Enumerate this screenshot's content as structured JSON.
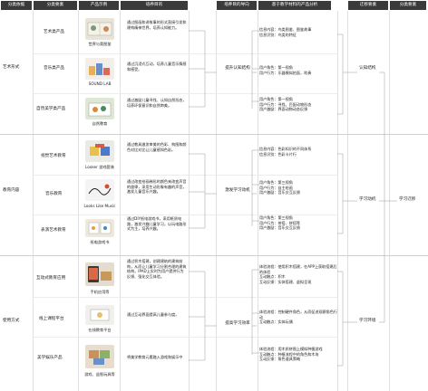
{
  "headers": {
    "h1": "分类依据",
    "h2": "分类要素",
    "h3": "产品示例",
    "h4": "培养目的",
    "h5": "培养目的导向",
    "h6": "基于教学材料的产品分析",
    "h7": "迁移要素",
    "h8": "分类要素"
  },
  "basis": [
    "艺术形式",
    "教育内容",
    "使用方式"
  ],
  "elements": [
    "艺术类产品",
    "音乐类产品",
    "自然美学类产品",
    "视觉艺术教育",
    "音乐教育",
    "表演艺术教育",
    "互动式教育应用",
    "线上课程平台",
    "美学娱乐产品"
  ],
  "products": [
    {
      "caption": "世界与奥图鉴"
    },
    {
      "caption": "SOUND LAB"
    },
    {
      "caption": "自然教育"
    },
    {
      "caption": "Looker 游戏套装"
    },
    {
      "caption": "Looks Like Music"
    },
    {
      "caption": "纸电游戏书"
    },
    {
      "caption": "手机应用等"
    },
    {
      "caption": "在线教育平台"
    },
    {
      "caption": "游戏、益智玩具等"
    }
  ],
  "goals": [
    "通过图画和讲故事的形式直接引发和建构精神世界，培养认知能力。",
    "通过沉浸式互动，培养儿童音乐情感和感受。",
    "通过激励儿童寻找、认知自然形态，培养环保意识和自然审美。",
    "通过教具激发审美的色彩、构图和颜色对比对比让儿童感知色彩。",
    "通过改变给画梯形的颜色来改变声音的旋律，采用生动形象有趣的声音，激发儿童音乐兴趣。",
    "通过DIY纸电游戏书，采用纸质电路，激发兴趣儿童学习，以玩电路形式为主，培养兴趣。",
    "通过积木搭建，创建建筑的建筑结构，从而让儿童学习分割合理的建筑结构，IPAD上实时为用户提供行为反馈、强化交互体验。",
    "通过互动界面提高儿童参与度。",
    "将美学教育元素融入游戏和娱乐中"
  ],
  "orientations": [
    "提升认知结构",
    "激发学习动机",
    "提高学习效率"
  ],
  "analysis": [
    [
      "信息内容：鸟类图鉴、图鉴故事",
      "信息识别：鸟类的特征"
    ],
    [
      "用户角色：第一视角",
      "用户行为：乐器模拟拍面，吹奏"
    ],
    [
      "用户角色：第一视角",
      "用户行为：寻找、匹配动物形态",
      "用户激励：界面动物动态反馈"
    ],
    [
      "信息内容：色彩知识的不同体系",
      "信息识别：色彩卡片行"
    ],
    [
      "用户角色：第三视角",
      "用户行为：自主绘画",
      "用户激励：音乐交互反馈"
    ],
    [
      "用户角色：第三视角",
      "用户行为：拼搭、拼搭等",
      "用户激励：音乐交互反馈"
    ],
    [
      "体验流程：使用积木搭建，在APP上获取搭建后的体验",
      "互动触点：积木",
      "互动反馈：实体搭建、虚拟呈现"
    ],
    [
      "体验流程：控制硬件角色，从而促进观察角色行动",
      "互动触点：实体玩偶"
    ],
    [
      "体验流程：用木质拼图上模拟种植游戏",
      "互动触点：种植流程中的角色和木块",
      "互动反馈：角色道具策略"
    ]
  ],
  "migration": [
    "认知结构",
    "学习动机",
    "学习环境"
  ],
  "final": [
    "学习迁移"
  ]
}
